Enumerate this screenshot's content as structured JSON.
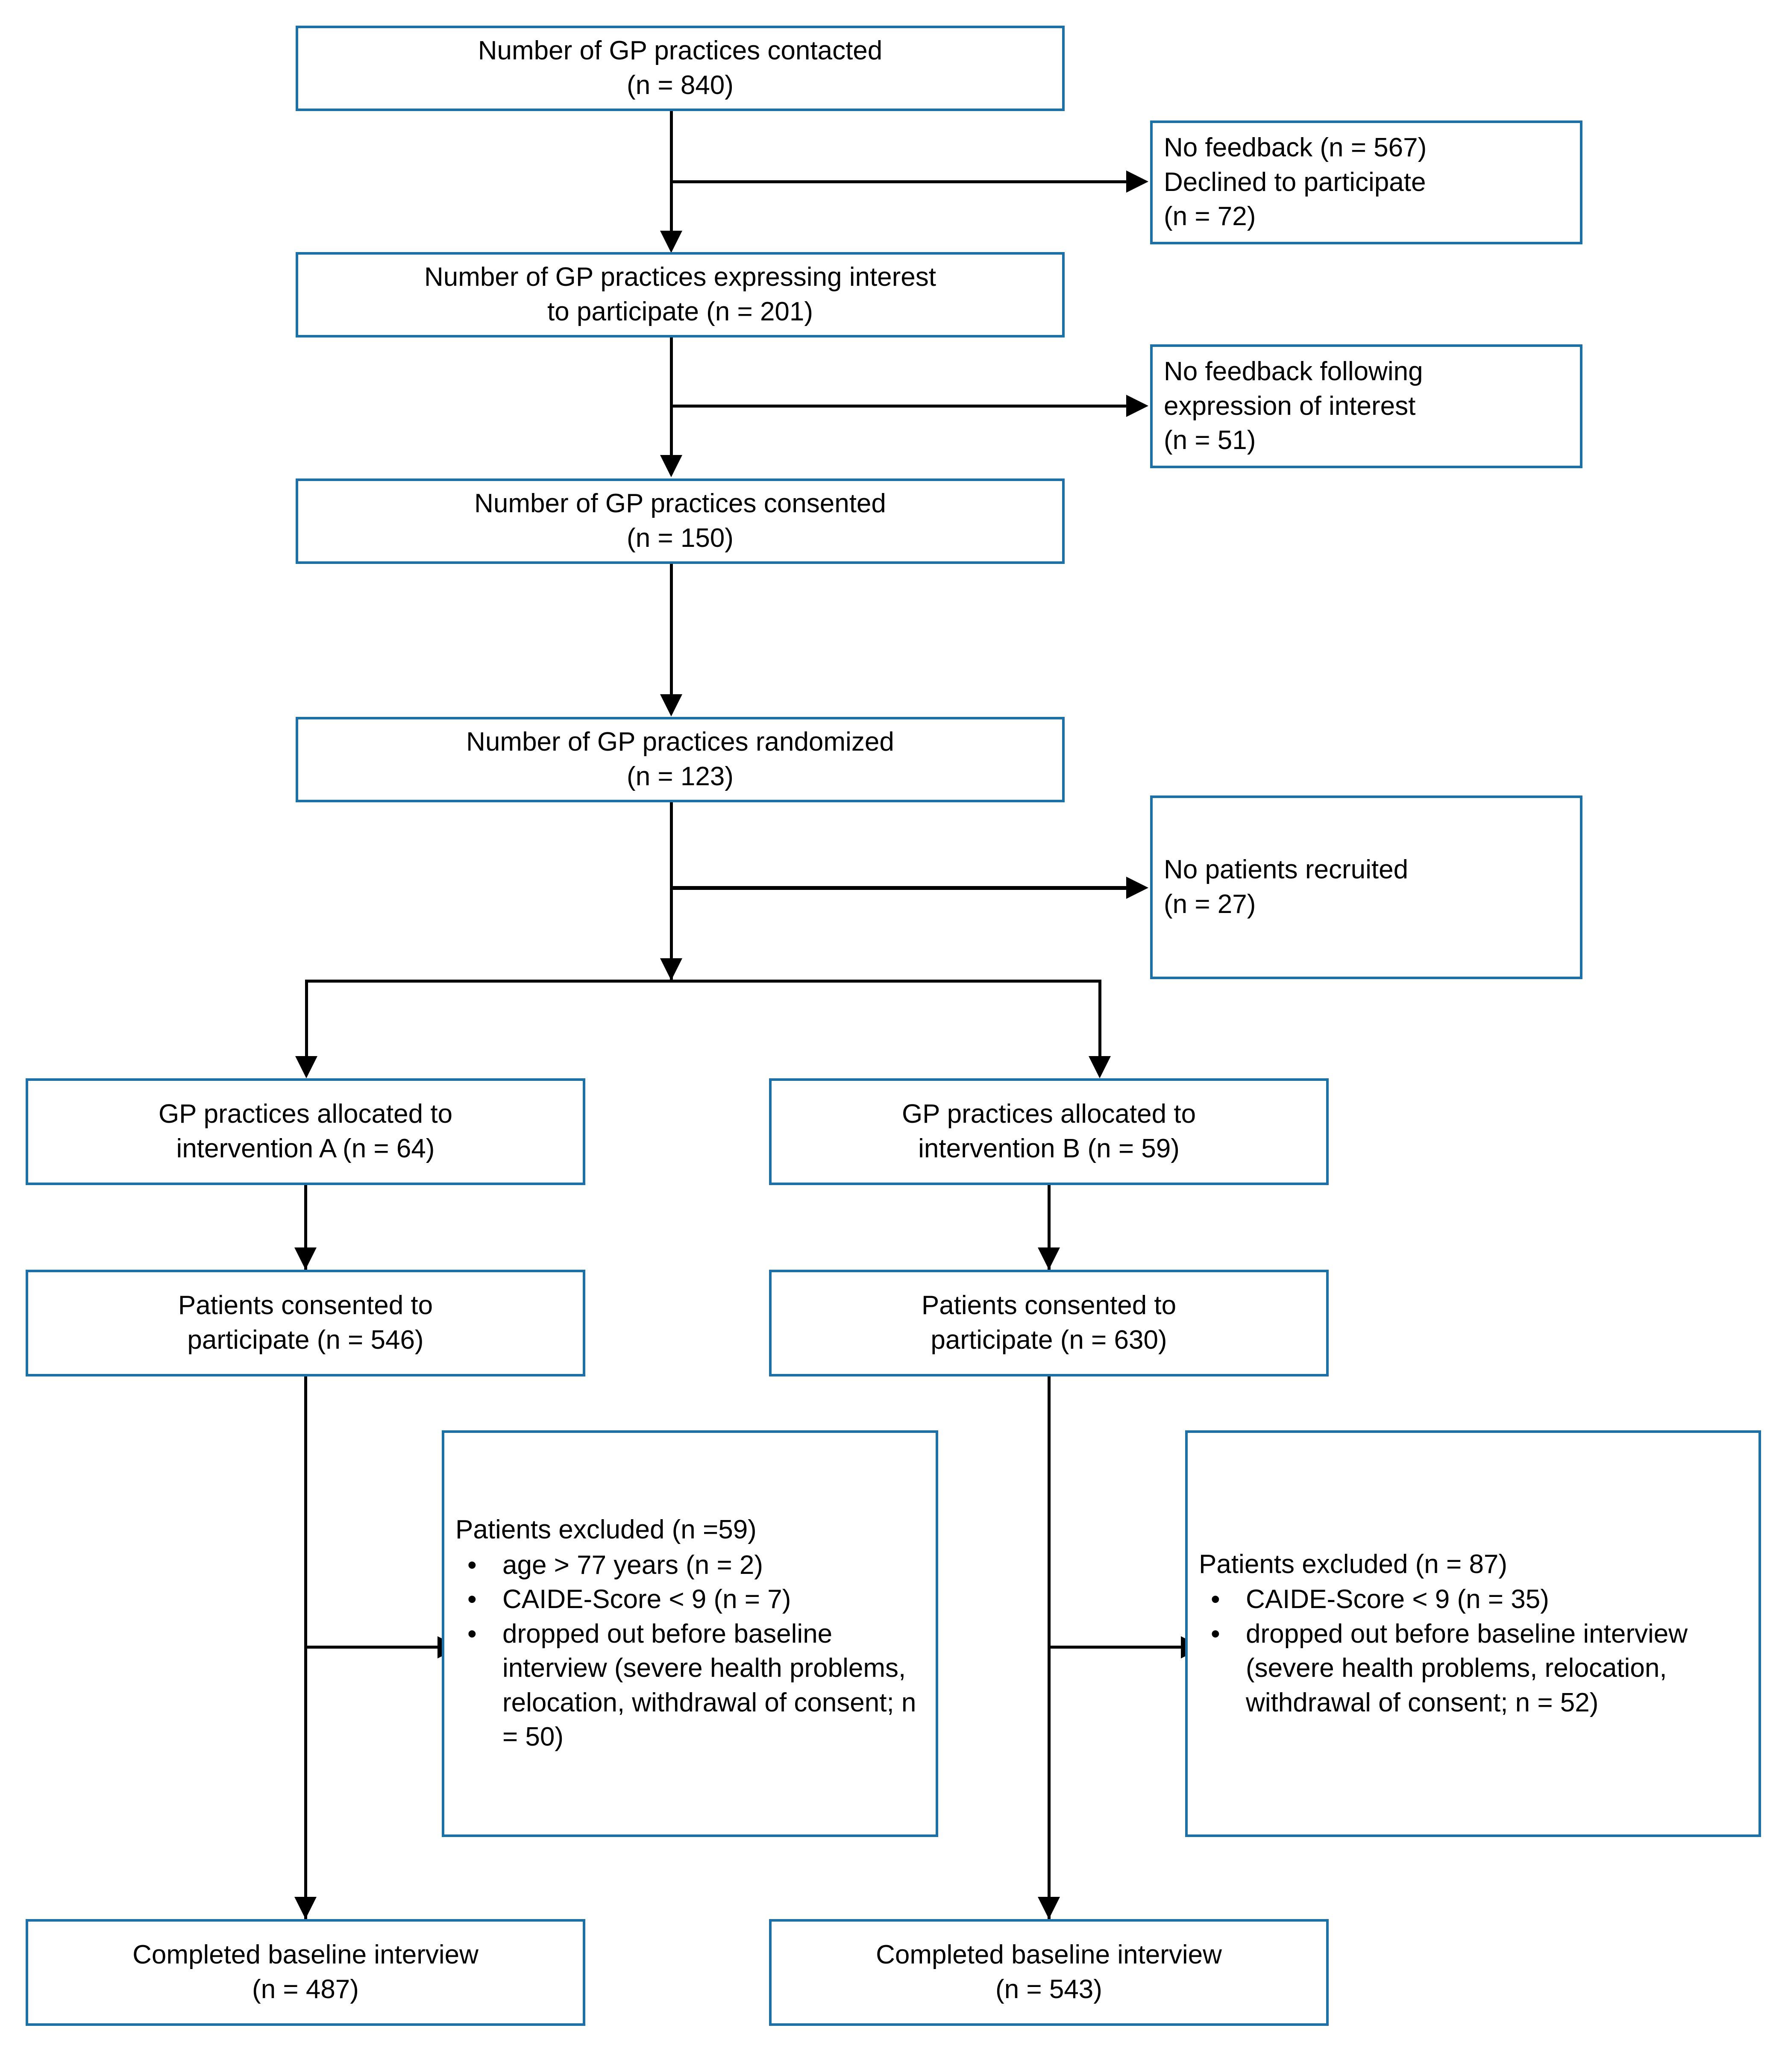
{
  "diagram": {
    "type": "flowchart",
    "title": "CONSORT participant flow diagram",
    "accent_color": "#1E6FA5",
    "connector_color": "#000000",
    "background_color": "#FFFFFF"
  },
  "nodes": {
    "contacted": {
      "line1": "Number of GP practices contacted",
      "line2": "(n = 840)"
    },
    "no_feedback_declined": {
      "line1": "No feedback (n = 567)",
      "line2": "Declined to participate",
      "line3": "(n = 72)"
    },
    "expressing_interest": {
      "line1": "Number of GP practices expressing interest",
      "line2": "to participate (n = 201)"
    },
    "no_feedback_following": {
      "line1": "No feedback following",
      "line2": "expression of interest",
      "line3": "(n = 51)"
    },
    "consented": {
      "line1": "Number of GP practices consented",
      "line2": "(n = 150)"
    },
    "randomized": {
      "line1": "Number of GP practices randomized",
      "line2": "(n = 123)"
    },
    "no_patients_recruited": {
      "line1": "No patients recruited",
      "line2": "(n = 27)"
    },
    "alloc_a": {
      "line1": "GP practices allocated to",
      "line2": "intervention A (n = 64)"
    },
    "alloc_b": {
      "line1": "GP practices allocated to",
      "line2": "intervention B (n = 59)"
    },
    "consent_a": {
      "line1": "Patients consented to",
      "line2": "participate (n = 546)"
    },
    "consent_b": {
      "line1": "Patients consented to",
      "line2": "participate (n = 630)"
    },
    "excluded_a": {
      "title": "Patients excluded (n =59)",
      "bullets": [
        "age > 77 years (n = 2)",
        "CAIDE-Score < 9 (n = 7)",
        "dropped out before baseline interview (severe health problems, relocation, withdrawal of consent; n = 50)"
      ]
    },
    "excluded_b": {
      "title": "Patients excluded (n = 87)",
      "bullets": [
        "CAIDE-Score < 9 (n = 35)",
        "dropped out before baseline interview (severe health problems, relocation, withdrawal of consent; n = 52)"
      ]
    },
    "baseline_a": {
      "line1": "Completed baseline interview",
      "line2": "(n = 487)"
    },
    "baseline_b": {
      "line1": "Completed baseline interview",
      "line2": "(n = 543)"
    }
  },
  "chart_data": {
    "type": "flow",
    "title": "GP practice and patient recruitment flow",
    "stages": [
      {
        "label": "Number of GP practices contacted",
        "n": 840
      },
      {
        "label": "Number of GP practices expressing interest to participate",
        "n": 201
      },
      {
        "label": "Number of GP practices consented",
        "n": 150
      },
      {
        "label": "Number of GP practices randomized",
        "n": 123
      }
    ],
    "exclusions": [
      {
        "label": "No feedback",
        "n": 567
      },
      {
        "label": "Declined to participate",
        "n": 72
      },
      {
        "label": "No feedback following expression of interest",
        "n": 51
      },
      {
        "label": "No patients recruited",
        "n": 27
      }
    ],
    "arms": [
      {
        "name": "intervention A",
        "practices_allocated": 64,
        "patients_consented": 546,
        "patients_excluded": 59,
        "exclusion_reasons": [
          {
            "reason": "age > 77 years",
            "n": 2
          },
          {
            "reason": "CAIDE-Score < 9",
            "n": 7
          },
          {
            "reason": "dropped out before baseline interview (severe health problems, relocation, withdrawal of consent)",
            "n": 50
          }
        ],
        "completed_baseline_interview": 487
      },
      {
        "name": "intervention B",
        "practices_allocated": 59,
        "patients_consented": 630,
        "patients_excluded": 87,
        "exclusion_reasons": [
          {
            "reason": "CAIDE-Score < 9",
            "n": 35
          },
          {
            "reason": "dropped out before baseline interview (severe health problems, relocation, withdrawal of consent)",
            "n": 52
          }
        ],
        "completed_baseline_interview": 543
      }
    ]
  }
}
